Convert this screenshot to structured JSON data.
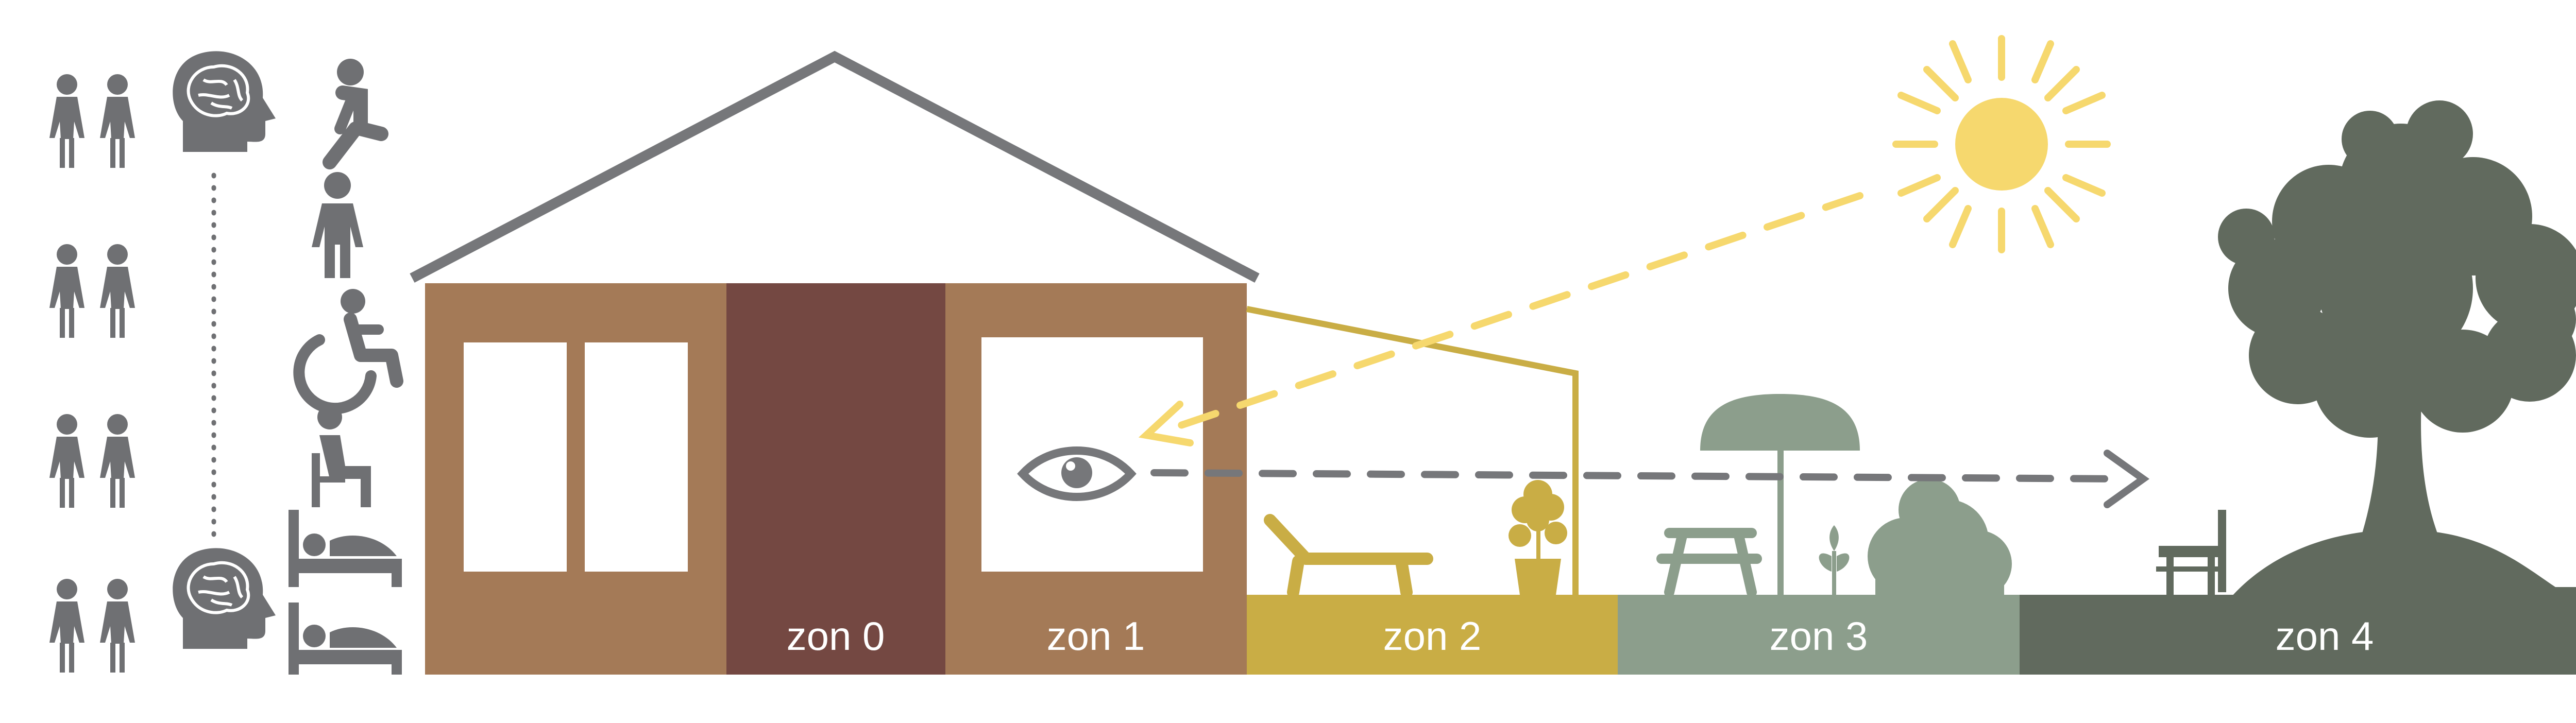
{
  "zones": [
    {
      "id": "zon-0",
      "label": "zon 0",
      "color": "#744842"
    },
    {
      "id": "zon-1",
      "label": "zon 1",
      "color": "#A47A57"
    },
    {
      "id": "zon-2",
      "label": "zon 2",
      "color": "#C9AD45"
    },
    {
      "id": "zon-3",
      "label": "zon 3",
      "color": "#8C9E8C"
    },
    {
      "id": "zon-4",
      "label": "zon 4",
      "color": "#616A5E"
    }
  ],
  "colors": {
    "house_wall": "#A47A57",
    "house_center": "#744842",
    "roof": "#76777A",
    "icon_grey": "#6F7073",
    "sun": "#F6D86E",
    "pergola": "#C9AD45",
    "garden_sage": "#8C9E8C",
    "tree": "#616A5E"
  },
  "icons": [
    "couple-icon",
    "brain-head-icon",
    "walking-person-icon",
    "standing-person-icon",
    "wheelchair-icon",
    "seated-person-icon",
    "bed-icon",
    "eye-icon",
    "sun-icon",
    "lounger-icon",
    "potted-plant-icon",
    "umbrella-icon",
    "picnic-table-icon",
    "bush-icon",
    "bench-icon",
    "tree-icon"
  ]
}
